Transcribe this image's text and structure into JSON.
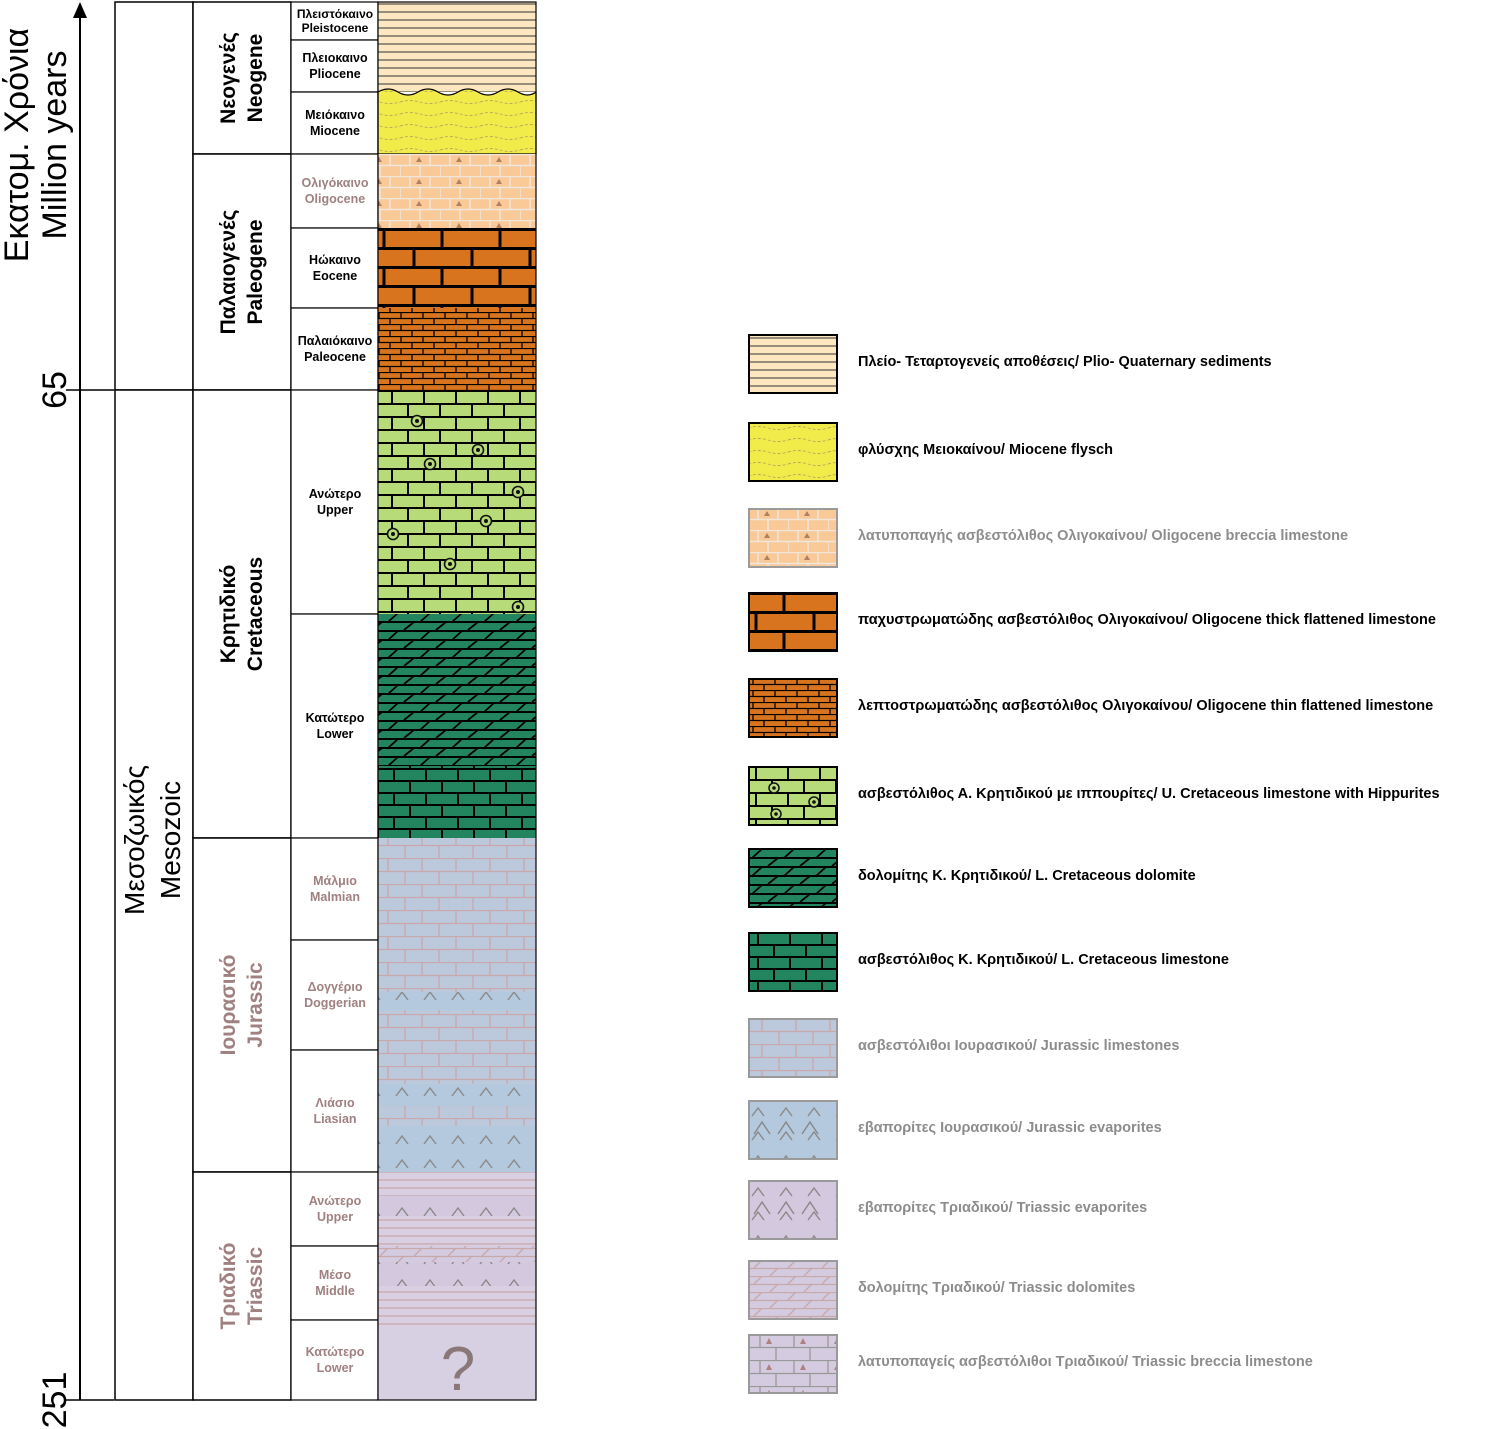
{
  "axis": {
    "title_gr": "Εκατομ. Χρόνια",
    "title_en": "Million years",
    "ticks": [
      {
        "label": "65",
        "ma": 65
      },
      {
        "label": "251",
        "ma": 251
      }
    ]
  },
  "eras": [
    {
      "gr": "Μεσοζωικός",
      "en": "Mesozoic",
      "color": "#000000"
    }
  ],
  "periods": [
    {
      "gr": "Νεογενές",
      "en": "Neogene",
      "color": "#000000"
    },
    {
      "gr": "Παλαιογενές",
      "en": "Paleogene",
      "color": "#000000"
    },
    {
      "gr": "Κρητιδικό",
      "en": "Cretaceous",
      "color": "#000000"
    },
    {
      "gr": "Ιουρασικό",
      "en": "Jurassic",
      "color": "#a08080"
    },
    {
      "gr": "Τριαδικό",
      "en": "Triassic",
      "color": "#a08080"
    }
  ],
  "epochs": [
    {
      "gr": "Πλειστόκαινο",
      "en": "Pleistocene",
      "color": "#000000"
    },
    {
      "gr": "Πλειοκαινο",
      "en": "Pliocene",
      "color": "#000000"
    },
    {
      "gr": "Μειόκαινο",
      "en": "Miocene",
      "color": "#000000"
    },
    {
      "gr": "Ολιγόκαινο",
      "en": "Oligocene",
      "color": "#a08080"
    },
    {
      "gr": "Ηώκαινο",
      "en": "Eocene",
      "color": "#000000"
    },
    {
      "gr": "Παλαιόκαινο",
      "en": "Paleocene",
      "color": "#000000"
    },
    {
      "gr": "Ανώτερο",
      "en": "Upper",
      "color": "#000000"
    },
    {
      "gr": "Κατώτερο",
      "en": "Lower",
      "color": "#000000"
    },
    {
      "gr": "Μάλμιο",
      "en": "Malmian",
      "color": "#a08080"
    },
    {
      "gr": "Δογγέριο",
      "en": "Doggerian",
      "color": "#a08080"
    },
    {
      "gr": "Λιάσιο",
      "en": "Liasian",
      "color": "#a08080"
    },
    {
      "gr": "Ανώτερο",
      "en": "Upper",
      "color": "#a08080"
    },
    {
      "gr": "Μέσο",
      "en": "Middle",
      "color": "#a08080"
    },
    {
      "gr": "Κατώτερο",
      "en": "Lower",
      "color": "#a08080"
    }
  ],
  "unknown_marker": "?",
  "legend": [
    {
      "text": "Πλείο- Τεταρτογενείς αποθέσεις/ Plio- Quaternary sediments",
      "pattern": "pq",
      "color": "#000000"
    },
    {
      "text": "φλύσχης Μειοκαίνου/ Miocene flysch",
      "pattern": "flysch",
      "color": "#000000"
    },
    {
      "text": "λατυποπαγής ασβεστόλιθος Ολιγοκαίνου/ Oligocene breccia limestone",
      "pattern": "olbrec",
      "color": "#8c8c8c"
    },
    {
      "text": "παχυστρωματώδης ασβεστόλιθος Ολιγοκαίνου/ Oligocene thick flattened limestone",
      "pattern": "thick",
      "color": "#000000"
    },
    {
      "text": "λεπτοστρωματώδης ασβεστόλιθος Ολιγοκαίνου/ Oligocene thin flattened limestone",
      "pattern": "thin",
      "color": "#000000"
    },
    {
      "text": "ασβεστόλιθος Α. Κρητιδικού με ιππουρίτες/ U. Cretaceous limestone with Hippurites",
      "pattern": "hipp",
      "color": "#000000"
    },
    {
      "text": "δολομίτης Κ. Κρητιδικού/ L. Cretaceous dolomite",
      "pattern": "kdol",
      "color": "#000000"
    },
    {
      "text": "ασβεστόλιθος Κ. Κρητιδικού/ L. Cretaceous limestone",
      "pattern": "klime",
      "color": "#000000"
    },
    {
      "text": "ασβεστόλιθοι Ιουρασικού/ Jurassic limestones",
      "pattern": "jlime",
      "color": "#8c8c8c"
    },
    {
      "text": "εβαπορίτες Ιουρασικού/ Jurassic evaporites",
      "pattern": "jevap",
      "color": "#8c8c8c"
    },
    {
      "text": "εβαπορίτες Τριαδικού/ Triassic evaporites",
      "pattern": "tevap",
      "color": "#8c8c8c"
    },
    {
      "text": "δολομίτης Τριαδικού/ Triassic dolomites",
      "pattern": "tdol",
      "color": "#8c8c8c"
    },
    {
      "text": "λατυποπαγείς ασβεστόλιθοι Τριαδικού/ Triassic breccia limestone",
      "pattern": "tbrec",
      "color": "#8c8c8c"
    }
  ]
}
